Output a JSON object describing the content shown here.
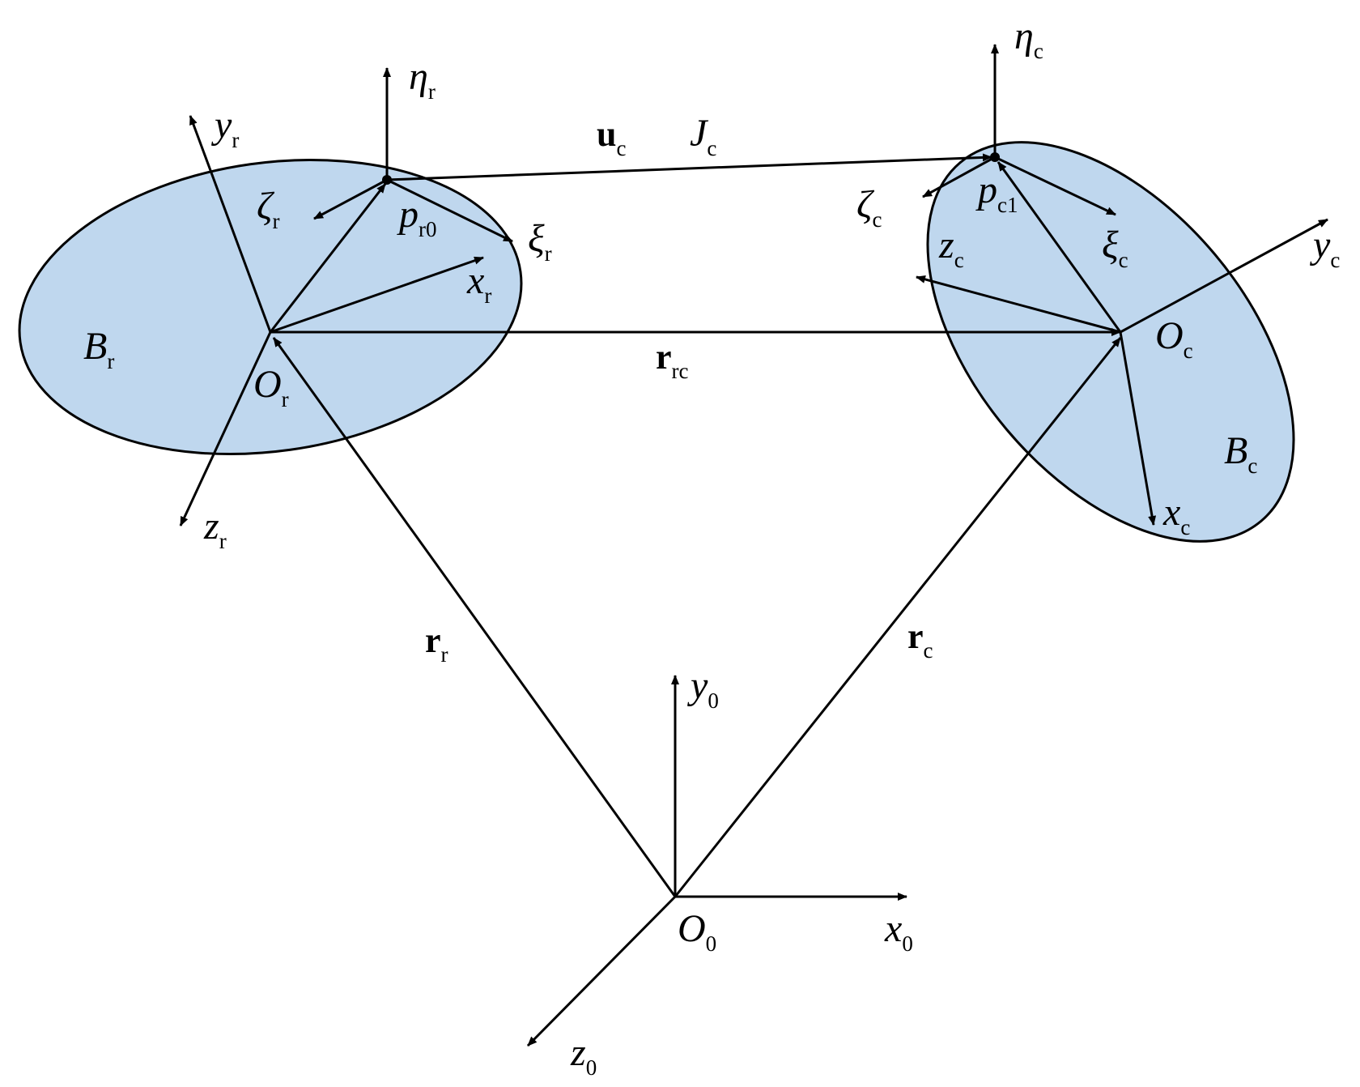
{
  "diagram": {
    "bodies": {
      "r": {
        "name": "B",
        "sub": "r",
        "fill": "#bfd7ee"
      },
      "c": {
        "name": "B",
        "sub": "c",
        "fill": "#bfd7ee"
      }
    },
    "labels": {
      "eta_r": {
        "base": "η",
        "sub": "r"
      },
      "y_r": {
        "base": "y",
        "sub": "r"
      },
      "zeta_r": {
        "base": "ζ",
        "sub": "r"
      },
      "p_r0": {
        "base": "p",
        "sub": "r0"
      },
      "xi_r": {
        "base": "ξ",
        "sub": "r"
      },
      "x_r": {
        "base": "x",
        "sub": "r"
      },
      "O_r": {
        "base": "O",
        "sub": "r"
      },
      "z_r": {
        "base": "z",
        "sub": "r"
      },
      "u_c": {
        "base": "u",
        "sub": "c"
      },
      "J_c": {
        "base": "J",
        "sub": "c"
      },
      "r_rc": {
        "base": "r",
        "sub": "rc"
      },
      "eta_c": {
        "base": "η",
        "sub": "c"
      },
      "zeta_c": {
        "base": "ζ",
        "sub": "c"
      },
      "p_c1": {
        "base": "p",
        "sub": "c1"
      },
      "z_c": {
        "base": "z",
        "sub": "c"
      },
      "xi_c": {
        "base": "ξ",
        "sub": "c"
      },
      "y_c": {
        "base": "y",
        "sub": "c"
      },
      "O_c": {
        "base": "O",
        "sub": "c"
      },
      "x_c": {
        "base": "x",
        "sub": "c"
      },
      "r_r": {
        "base": "r",
        "sub": "r"
      },
      "r_c": {
        "base": "r",
        "sub": "c"
      },
      "y_0": {
        "base": "y",
        "sub": "0"
      },
      "O_0": {
        "base": "O",
        "sub": "0"
      },
      "x_0": {
        "base": "x",
        "sub": "0"
      },
      "z_0": {
        "base": "z",
        "sub": "0"
      }
    }
  }
}
